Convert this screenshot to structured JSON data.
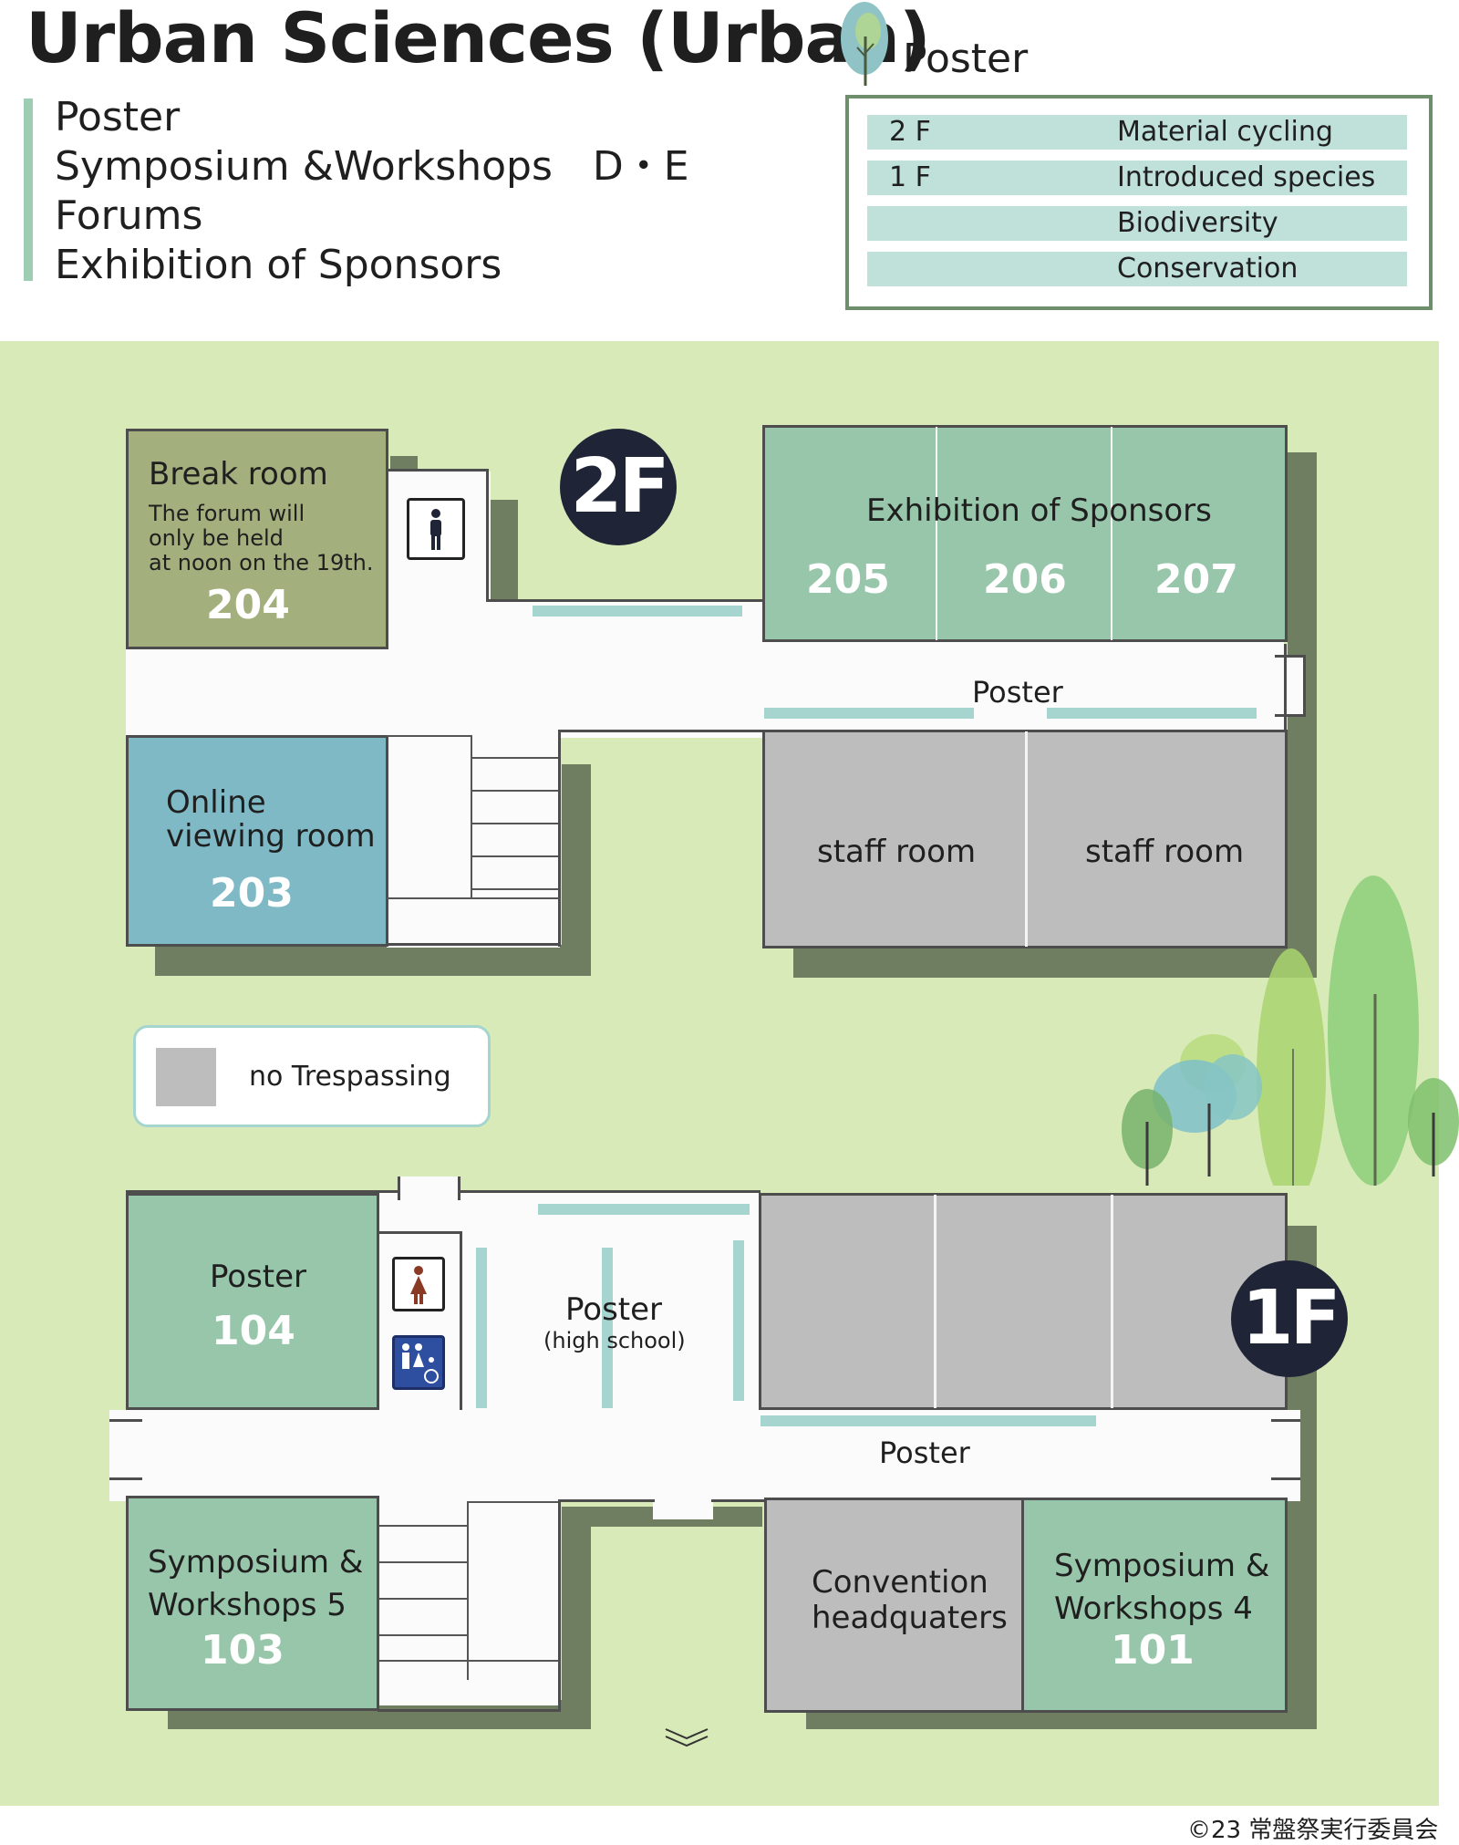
{
  "header": {
    "title": "Urban Sciences (Urban)",
    "topics": [
      "Poster",
      "Symposium &Workshops　D・E",
      "Forums",
      "Exhibition of Sponsors"
    ]
  },
  "legend": {
    "title": "Poster",
    "rows": [
      {
        "floor": "2 F",
        "topic": "Material cycling"
      },
      {
        "floor": "1 F",
        "topic": "Introduced species"
      },
      {
        "floor": "",
        "topic": "Biodiversity"
      },
      {
        "floor": "",
        "topic": "Conservation"
      }
    ]
  },
  "floor2": {
    "badge": "2F",
    "break_room": {
      "name": "Break room",
      "note_line1": "The forum will",
      "note_line2": "only be held",
      "note_line3": "at noon on the 19th.",
      "number": "204"
    },
    "online_room": {
      "name_line1": "Online",
      "name_line2": "viewing room",
      "number": "203"
    },
    "exhibition": {
      "title": "Exhibition of Sponsors",
      "numbers": [
        "205",
        "206",
        "207"
      ]
    },
    "corridor_label": "Poster",
    "staff_rooms": [
      "staff room",
      "staff room"
    ]
  },
  "key": {
    "label": "no Trespassing"
  },
  "floor1": {
    "badge": "1F",
    "poster_room": {
      "name": "Poster",
      "number": "104"
    },
    "hall": {
      "name": "Poster",
      "sub": "(high school)"
    },
    "corridor_label": "Poster",
    "sym5": {
      "name_line1": "Symposium &",
      "name_line2": "Workshops 5",
      "number": "103"
    },
    "hq": {
      "name_line1": "Convention",
      "name_line2": "headquaters"
    },
    "sym4": {
      "name_line1": "Symposium &",
      "name_line2": "Workshops 4",
      "number": "101"
    }
  },
  "footer": {
    "copyright": "©23 常盤祭実行委員会"
  },
  "colors": {
    "grass": "#d8eab7",
    "room_green": "#98c6ab",
    "room_olive": "#a3b07e",
    "room_blue": "#7fb9c6",
    "room_gray": "#bdbdbd",
    "poster_strip": "#a6d5cf",
    "badge": "#1f2436"
  }
}
